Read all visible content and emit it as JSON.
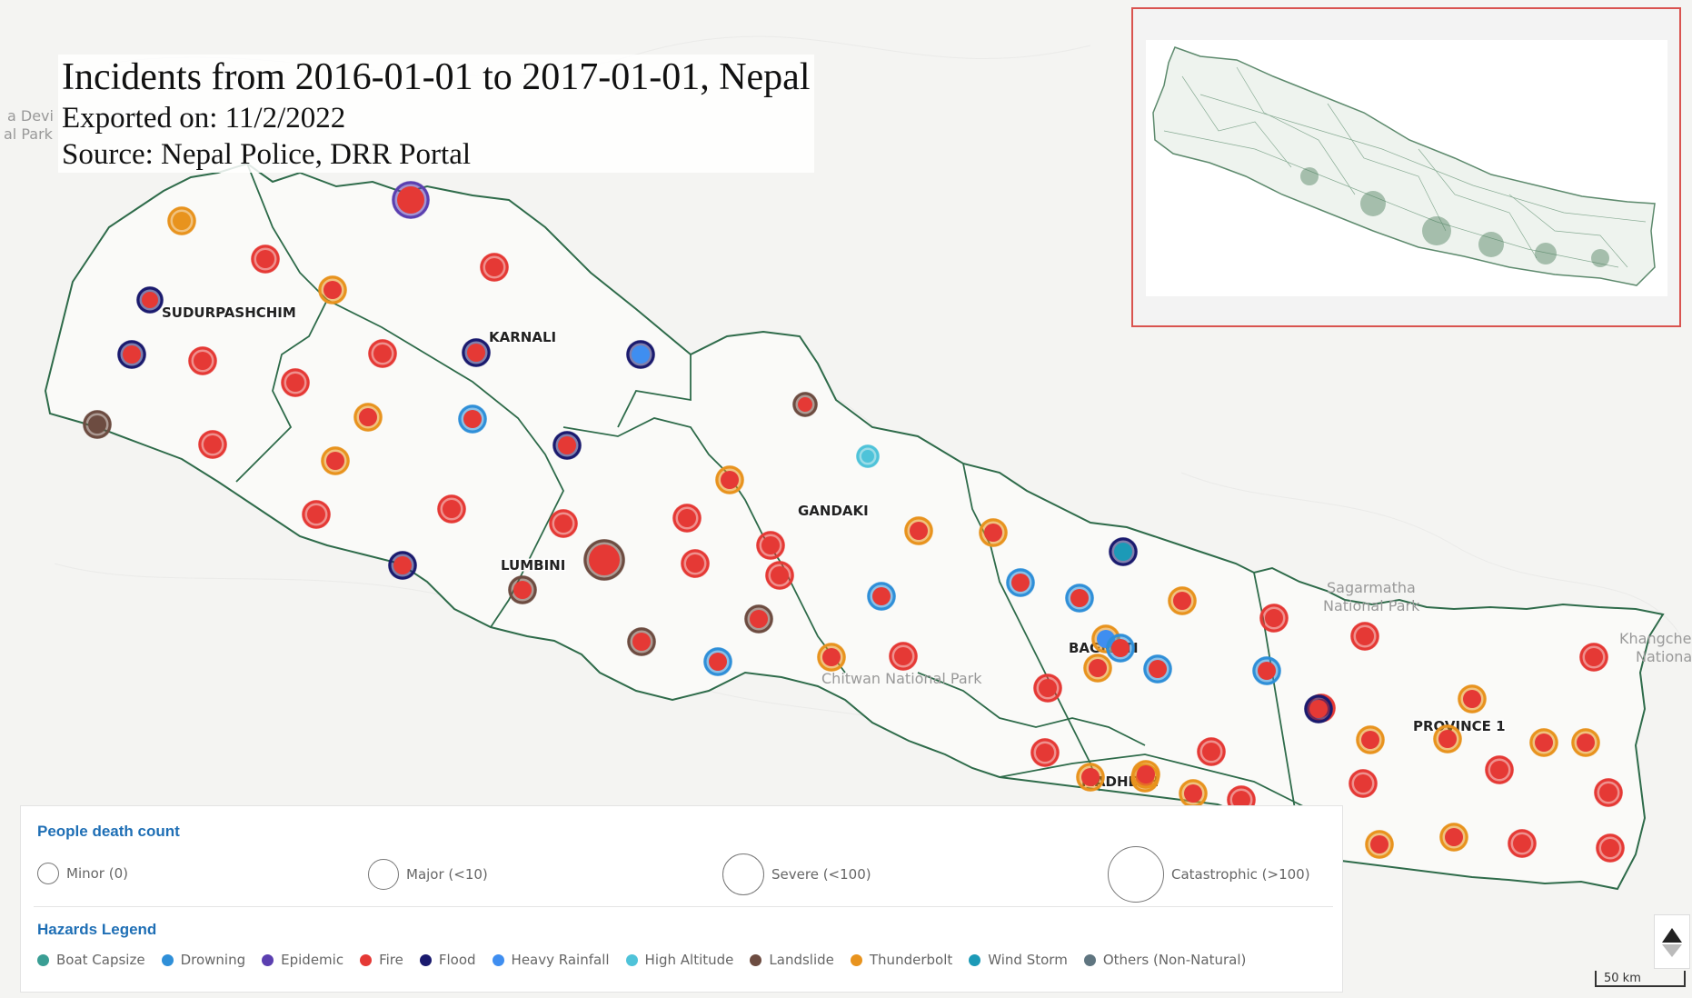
{
  "title": {
    "main": "Incidents from 2016-01-01 to 2017-01-01, Nepal",
    "exported": "Exported on: 11/2/2022",
    "source": "Source: Nepal Police, DRR Portal"
  },
  "background_labels": {
    "left_cut_1": "a Devi",
    "left_cut_2": "al Park",
    "sagarmatha_1": "Sagarmatha",
    "sagarmatha_2": "National Park",
    "chitwan": "Chitwan National Park",
    "khang_1": "Khangche",
    "khang_2": "Nationa"
  },
  "regions": {
    "sudurpashchim": "SUDURPASHCHIM",
    "karnali": "KARNALI",
    "gandaki": "GANDAKI",
    "lumbini": "LUMBINI",
    "bagmati": "BAGMATI",
    "madhesh": "MADHESH",
    "province1": "PROVINCE 1"
  },
  "legend": {
    "death_title": "People death count",
    "death_levels": [
      "Minor (0)",
      "Major (<10)",
      "Severe (<100)",
      "Catastrophic (>100)"
    ],
    "hazards_title": "Hazards Legend",
    "hazards": [
      {
        "name": "Boat Capsize",
        "color": "#3a9e94"
      },
      {
        "name": "Drowning",
        "color": "#2f8fd8"
      },
      {
        "name": "Epidemic",
        "color": "#5b3fb0"
      },
      {
        "name": "Fire",
        "color": "#e53935"
      },
      {
        "name": "Flood",
        "color": "#1a1a6e"
      },
      {
        "name": "Heavy Rainfall",
        "color": "#3f8ef0"
      },
      {
        "name": "High Altitude",
        "color": "#4fc3d9"
      },
      {
        "name": "Landslide",
        "color": "#6d4c41"
      },
      {
        "name": "Thunderbolt",
        "color": "#e8931e"
      },
      {
        "name": "Wind Storm",
        "color": "#1c9ab7"
      },
      {
        "name": "Others (Non-Natural)",
        "color": "#5f7580"
      }
    ]
  },
  "incidents": [
    {
      "hazard": "Thunderbolt",
      "ring": "#e8931e",
      "fill": "#e8931e"
    },
    {
      "hazard": "Epidemic",
      "ring": "#5b3fb0",
      "fill": "#e53935"
    },
    {
      "hazard": "Fire",
      "ring": "#e53935",
      "fill": "#e53935"
    },
    {
      "hazard": "Fire",
      "ring": "#e53935",
      "fill": "#e53935"
    },
    {
      "hazard": "Flood",
      "ring": "#1a1a6e",
      "fill": "#e53935"
    },
    {
      "hazard": "Thunderbolt",
      "ring": "#e8931e",
      "fill": "#e53935"
    },
    {
      "hazard": "Flood",
      "ring": "#1a1a6e",
      "fill": "#e53935"
    },
    {
      "hazard": "Fire",
      "ring": "#e53935",
      "fill": "#e53935"
    },
    {
      "hazard": "Fire",
      "ring": "#e53935",
      "fill": "#e53935"
    },
    {
      "hazard": "Flood",
      "ring": "#1a1a6e",
      "fill": "#e53935"
    },
    {
      "hazard": "Flood",
      "ring": "#1a1a6e",
      "fill": "#3f8ef0"
    },
    {
      "hazard": "Fire",
      "ring": "#e53935",
      "fill": "#e53935"
    },
    {
      "hazard": "Landslide",
      "ring": "#6d4c41",
      "fill": "#e53935"
    },
    {
      "hazard": "Thunderbolt",
      "ring": "#e8931e",
      "fill": "#e53935"
    },
    {
      "hazard": "Drowning",
      "ring": "#2f8fd8",
      "fill": "#e53935"
    },
    {
      "hazard": "Landslide",
      "ring": "#6d4c41",
      "fill": "#6d4c41"
    },
    {
      "hazard": "Fire",
      "ring": "#e53935",
      "fill": "#e53935"
    },
    {
      "hazard": "Flood",
      "ring": "#1a1a6e",
      "fill": "#e53935"
    },
    {
      "hazard": "Thunderbolt",
      "ring": "#e8931e",
      "fill": "#e53935"
    },
    {
      "hazard": "High Altitude",
      "ring": "#4fc3d9",
      "fill": "#4fc3d9"
    },
    {
      "hazard": "Thunderbolt",
      "ring": "#e8931e",
      "fill": "#e53935"
    },
    {
      "hazard": "Fire",
      "ring": "#e53935",
      "fill": "#e53935"
    },
    {
      "hazard": "Fire",
      "ring": "#e53935",
      "fill": "#e53935"
    },
    {
      "hazard": "Fire",
      "ring": "#e53935",
      "fill": "#e53935"
    },
    {
      "hazard": "Fire",
      "ring": "#e53935",
      "fill": "#e53935"
    },
    {
      "hazard": "Thunderbolt",
      "ring": "#e8931e",
      "fill": "#e53935"
    },
    {
      "hazard": "Thunderbolt",
      "ring": "#e8931e",
      "fill": "#e53935"
    },
    {
      "hazard": "Flood",
      "ring": "#1a1a6e",
      "fill": "#e53935"
    },
    {
      "hazard": "Landslide",
      "ring": "#6d4c41",
      "fill": "#e53935"
    },
    {
      "hazard": "Fire",
      "ring": "#e53935",
      "fill": "#e53935"
    },
    {
      "hazard": "Fire",
      "ring": "#e53935",
      "fill": "#e53935"
    },
    {
      "hazard": "Landslide",
      "ring": "#6d4c41",
      "fill": "#e53935"
    },
    {
      "hazard": "Landslide",
      "ring": "#6d4c41",
      "fill": "#e53935"
    },
    {
      "hazard": "Fire",
      "ring": "#e53935",
      "fill": "#e53935"
    },
    {
      "hazard": "Landslide",
      "ring": "#6d4c41",
      "fill": "#e53935"
    },
    {
      "hazard": "Drowning",
      "ring": "#2f8fd8",
      "fill": "#e53935"
    },
    {
      "hazard": "Drowning",
      "ring": "#2f8fd8",
      "fill": "#e53935"
    },
    {
      "hazard": "Drowning",
      "ring": "#2f8fd8",
      "fill": "#e53935"
    },
    {
      "hazard": "Wind Storm",
      "ring": "#1a1a6e",
      "fill": "#1c9ab7"
    },
    {
      "hazard": "Thunderbolt",
      "ring": "#e8931e",
      "fill": "#e53935"
    },
    {
      "hazard": "Thunderbolt",
      "ring": "#e8931e",
      "fill": "#e53935"
    },
    {
      "hazard": "Drowning",
      "ring": "#2f8fd8",
      "fill": "#e53935"
    },
    {
      "hazard": "Fire",
      "ring": "#e53935",
      "fill": "#e53935"
    },
    {
      "hazard": "Thunderbolt",
      "ring": "#e8931e",
      "fill": "#3f8ef0"
    },
    {
      "hazard": "Drowning",
      "ring": "#2f8fd8",
      "fill": "#e53935"
    },
    {
      "hazard": "Drowning",
      "ring": "#2f8fd8",
      "fill": "#e53935"
    },
    {
      "hazard": "Thunderbolt",
      "ring": "#e8931e",
      "fill": "#e53935"
    },
    {
      "hazard": "Fire",
      "ring": "#e53935",
      "fill": "#e53935"
    },
    {
      "hazard": "Fire",
      "ring": "#e53935",
      "fill": "#e53935"
    },
    {
      "hazard": "Drowning",
      "ring": "#2f8fd8",
      "fill": "#e53935"
    },
    {
      "hazard": "Fire",
      "ring": "#e53935",
      "fill": "#e53935"
    },
    {
      "hazard": "Fire",
      "ring": "#e53935",
      "fill": "#e53935"
    },
    {
      "hazard": "Thunderbolt",
      "ring": "#e8931e",
      "fill": "#e53935"
    },
    {
      "hazard": "Fire",
      "ring": "#e53935",
      "fill": "#e53935"
    },
    {
      "hazard": "Fire",
      "ring": "#e53935",
      "fill": "#e53935"
    },
    {
      "hazard": "Thunderbolt",
      "ring": "#e8931e",
      "fill": "#e53935"
    },
    {
      "hazard": "Fire",
      "ring": "#e53935",
      "fill": "#e53935"
    },
    {
      "hazard": "Thunderbolt",
      "ring": "#e8931e",
      "fill": "#e53935"
    },
    {
      "hazard": "Flood",
      "ring": "#1a1a6e",
      "fill": "#e53935"
    },
    {
      "hazard": "Thunderbolt",
      "ring": "#e8931e",
      "fill": "#e53935"
    },
    {
      "hazard": "Thunderbolt",
      "ring": "#e8931e",
      "fill": "#e53935"
    },
    {
      "hazard": "Thunderbolt",
      "ring": "#e8931e",
      "fill": "#e53935"
    },
    {
      "hazard": "Thunderbolt",
      "ring": "#e8931e",
      "fill": "#e53935"
    },
    {
      "hazard": "Fire",
      "ring": "#e53935",
      "fill": "#e53935"
    },
    {
      "hazard": "Fire",
      "ring": "#e53935",
      "fill": "#e53935"
    },
    {
      "hazard": "Thunderbolt",
      "ring": "#e8931e",
      "fill": "#e53935"
    },
    {
      "hazard": "Thunderbolt",
      "ring": "#e8931e",
      "fill": "#e53935"
    },
    {
      "hazard": "Thunderbolt",
      "ring": "#e8931e",
      "fill": "#e53935"
    },
    {
      "hazard": "Fire",
      "ring": "#e53935",
      "fill": "#e53935"
    },
    {
      "hazard": "Fire",
      "ring": "#e53935",
      "fill": "#e53935"
    },
    {
      "hazard": "Fire",
      "ring": "#e53935",
      "fill": "#e53935"
    },
    {
      "hazard": "Fire",
      "ring": "#e53935",
      "fill": "#e53935"
    },
    {
      "hazard": "Thunderbolt",
      "ring": "#e8931e",
      "fill": "#e53935"
    }
  ],
  "scale_label": "50 km",
  "colors": {
    "boundary": "#2e6b4a",
    "inset_border": "#d9534f",
    "legend_title": "#1f6fb5"
  }
}
